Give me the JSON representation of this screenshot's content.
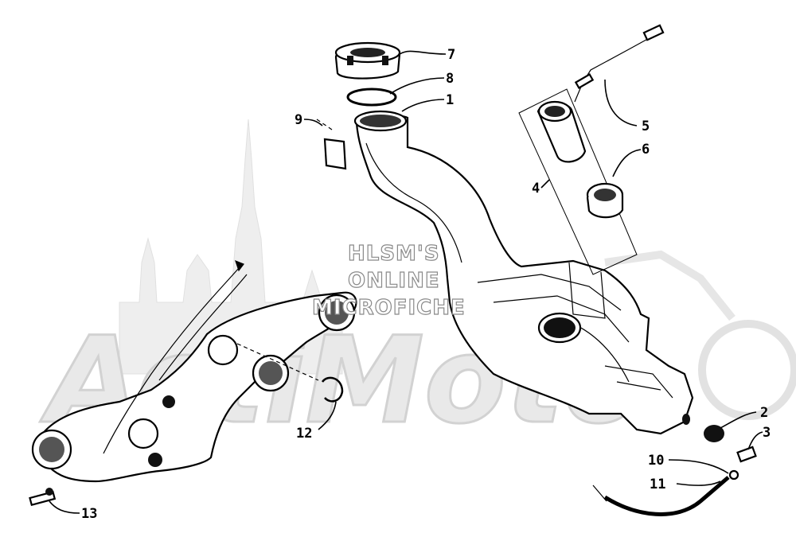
{
  "watermark": {
    "lines": [
      "HLSM'S",
      "ONLINE",
      "MICROFICHE"
    ],
    "logo_text": "ActiMoto"
  },
  "callouts": [
    {
      "id": "7",
      "label": "7"
    },
    {
      "id": "8",
      "label": "8"
    },
    {
      "id": "1",
      "label": "1"
    },
    {
      "id": "9",
      "label": "9"
    },
    {
      "id": "5",
      "label": "5"
    },
    {
      "id": "6",
      "label": "6"
    },
    {
      "id": "4",
      "label": "4"
    },
    {
      "id": "2",
      "label": "2"
    },
    {
      "id": "3",
      "label": "3"
    },
    {
      "id": "10",
      "label": "10"
    },
    {
      "id": "11",
      "label": "11"
    },
    {
      "id": "12",
      "label": "12"
    },
    {
      "id": "13",
      "label": "13"
    }
  ]
}
